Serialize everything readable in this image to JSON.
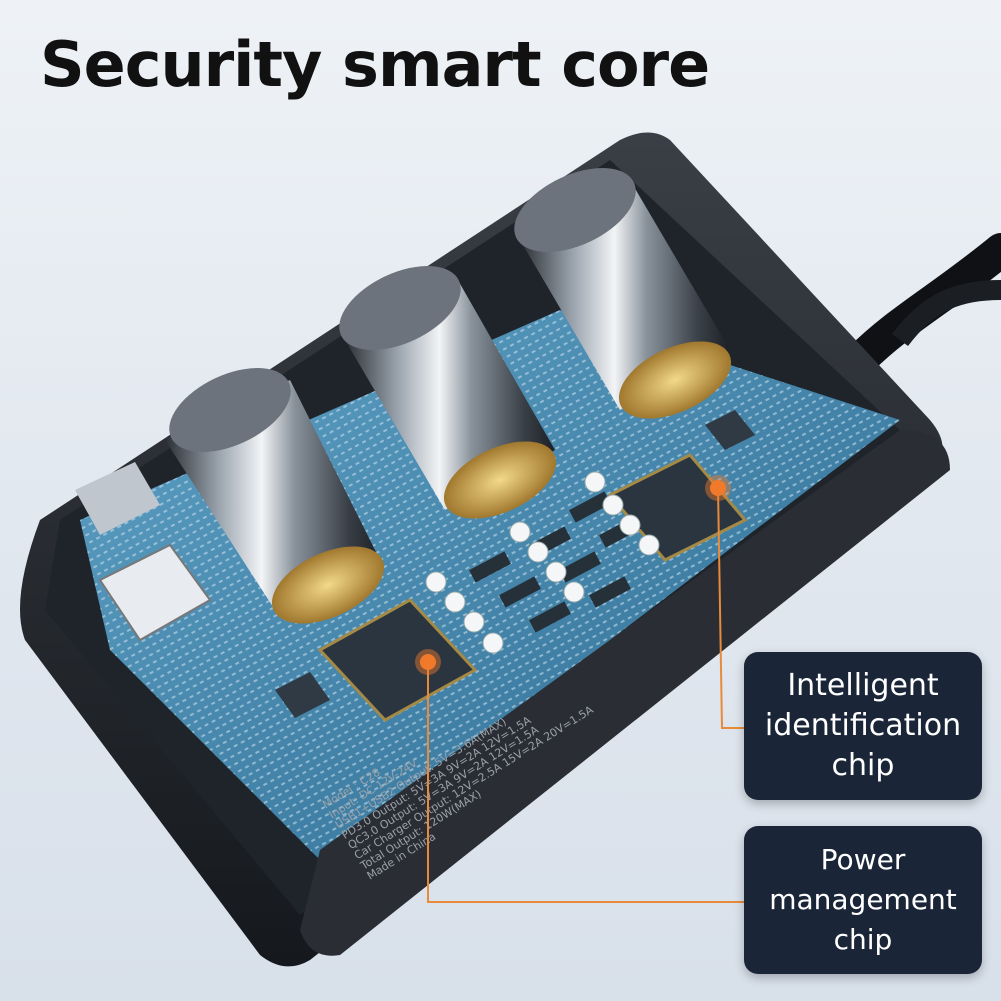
{
  "title": "Security smart core",
  "callouts": [
    {
      "lines": [
        "Intelligent",
        "identification",
        "chip"
      ]
    },
    {
      "lines": [
        "Power",
        "management",
        "chip"
      ]
    }
  ],
  "label_lines": [
    "Model : C28",
    "Input: DC 12V-24V",
    "USB1+USB2 Output: 5V=3.6A(MAX)",
    "PD3.0 Output: 5V=3A 9V=2A 12V=1.5A",
    "QC3.0 Output: 5V=3A 9V=2A 12V=1.5A",
    "Car Charger Output: 12V=2.5A 15V=2A 20V=1.5A",
    "Total Output: 120W(MAX)",
    "Made in China"
  ],
  "colors": {
    "callout_bg": "#1a2637",
    "leader_line": "#e88a3a",
    "hotspot": "#f07a2a",
    "pcb": "#3d7fa6"
  }
}
